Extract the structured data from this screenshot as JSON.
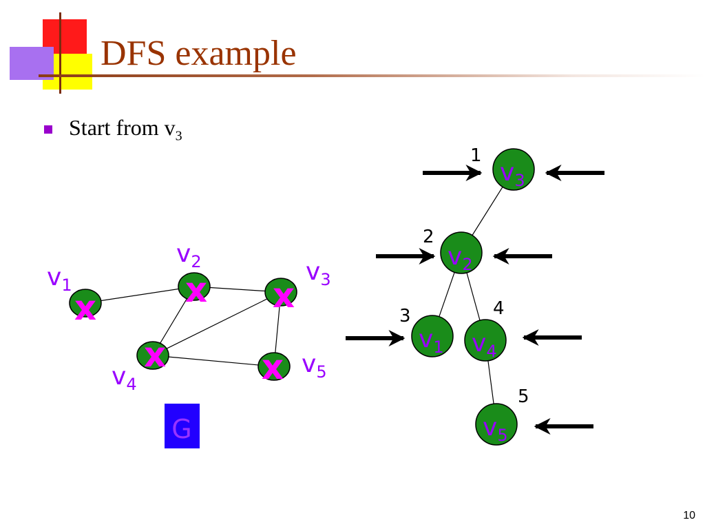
{
  "slide": {
    "title": "DFS example",
    "bullet_main": "Start from v",
    "bullet_sub": "3",
    "page_number": "10"
  },
  "graph": {
    "box_label": "G",
    "visited_mark": "x",
    "nodes": [
      {
        "id": "v1",
        "label_main": "v",
        "label_sub": "1"
      },
      {
        "id": "v2",
        "label_main": "v",
        "label_sub": "2"
      },
      {
        "id": "v3",
        "label_main": "v",
        "label_sub": "3"
      },
      {
        "id": "v4",
        "label_main": "v",
        "label_sub": "4"
      },
      {
        "id": "v5",
        "label_main": "v",
        "label_sub": "5"
      }
    ],
    "edges": [
      [
        "v1",
        "v2"
      ],
      [
        "v2",
        "v3"
      ],
      [
        "v2",
        "v4"
      ],
      [
        "v3",
        "v4"
      ],
      [
        "v3",
        "v5"
      ],
      [
        "v4",
        "v5"
      ]
    ]
  },
  "tree": {
    "nodes": [
      {
        "id": "v3",
        "label_main": "v",
        "label_sub": "3",
        "order": "1"
      },
      {
        "id": "v2",
        "label_main": "v",
        "label_sub": "2",
        "order": "2"
      },
      {
        "id": "v1",
        "label_main": "v",
        "label_sub": "1",
        "order": "3"
      },
      {
        "id": "v4",
        "label_main": "v",
        "label_sub": "4",
        "order": "4"
      },
      {
        "id": "v5",
        "label_main": "v",
        "label_sub": "5",
        "order": "5"
      }
    ],
    "edges": [
      [
        "v3",
        "v2"
      ],
      [
        "v2",
        "v1"
      ],
      [
        "v2",
        "v4"
      ],
      [
        "v4",
        "v5"
      ]
    ]
  },
  "colors": {
    "node_fill": "#1a8c1a",
    "label": "#9900ff",
    "visited_mark": "#ff00ff",
    "box": "#2200ff",
    "box_label": "#9933ff",
    "title": "#993300",
    "bullet": "#9900cc"
  }
}
